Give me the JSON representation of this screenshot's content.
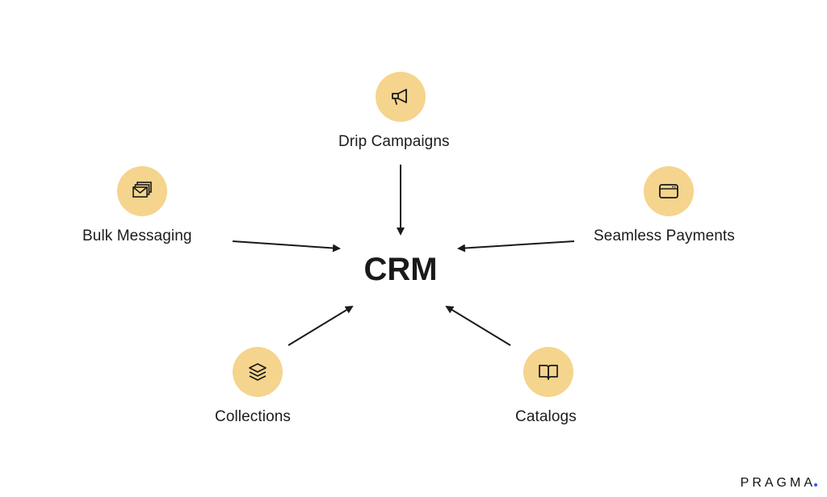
{
  "diagram": {
    "center": {
      "label": "CRM"
    },
    "nodes": [
      {
        "id": "drip",
        "label": "Drip Campaigns",
        "icon": "megaphone-icon"
      },
      {
        "id": "bulk",
        "label": "Bulk Messaging",
        "icon": "stacked-mail-icon"
      },
      {
        "id": "payments",
        "label": "Seamless Payments",
        "icon": "card-icon"
      },
      {
        "id": "collections",
        "label": "Collections",
        "icon": "layers-icon"
      },
      {
        "id": "catalogs",
        "label": "Catalogs",
        "icon": "open-book-icon"
      }
    ],
    "edges": [
      {
        "from": "drip",
        "to": "center"
      },
      {
        "from": "bulk",
        "to": "center"
      },
      {
        "from": "payments",
        "to": "center"
      },
      {
        "from": "collections",
        "to": "center"
      },
      {
        "from": "catalogs",
        "to": "center"
      }
    ]
  },
  "brand": {
    "logo_text": "PRAGMA",
    "accent_color": "#2d5bff",
    "node_color": "#f5d48d"
  }
}
